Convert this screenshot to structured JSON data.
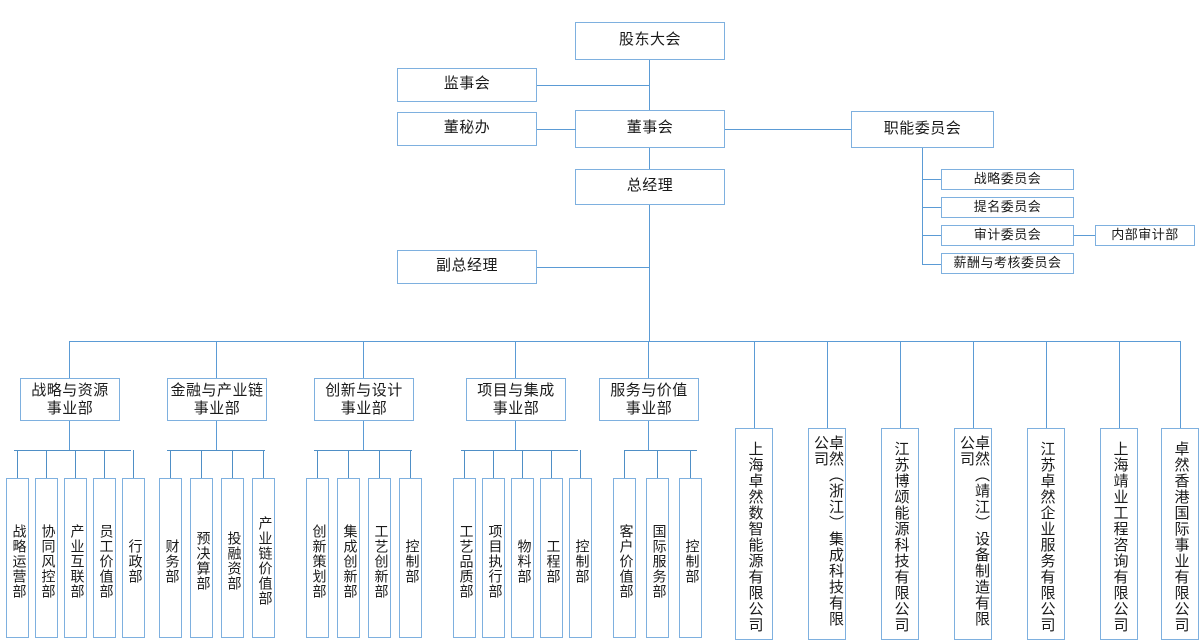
{
  "chart": {
    "title": "组织架构图",
    "colors": {
      "box_border": "#7EB0DF",
      "connector": "#5B9BD5",
      "box_fill": "#FFFFFF",
      "text": "#1A1A1A",
      "background": "#FFFFFF"
    }
  },
  "governance": {
    "shareholders_meeting": "股东大会",
    "supervisory_board": "监事会",
    "board_secretary_office": "董秘办",
    "board_of_directors": "董事会",
    "functional_committee": "职能委员会",
    "general_manager": "总经理",
    "deputy_general_manager": "副总经理"
  },
  "committees": [
    {
      "label": "战略委员会"
    },
    {
      "label": "提名委员会"
    },
    {
      "label": "审计委员会"
    },
    {
      "label": "薪酬与考核委员会"
    }
  ],
  "internal_audit": "内部审计部",
  "divisions": [
    {
      "label": "战略与资源\n事业部",
      "line1": "战略与资源",
      "line2": "事业部",
      "departments": [
        "战略运营部",
        "协同风控部",
        "产业互联部",
        "员工价值部",
        "行政部"
      ]
    },
    {
      "label": "金融与产业链\n事业部",
      "line1": "金融与产业链",
      "line2": "事业部",
      "departments": [
        "财务部",
        "预决算部",
        "投融资部",
        "产业链价值部"
      ]
    },
    {
      "label": "创新与设计\n事业部",
      "line1": "创新与设计",
      "line2": "事业部",
      "departments": [
        "创新策划部",
        "集成创新部",
        "工艺创新部",
        "控制部"
      ]
    },
    {
      "label": "项目与集成\n事业部",
      "line1": "项目与集成",
      "line2": "事业部",
      "departments": [
        "工艺品质部",
        "项目执行部",
        "物料部",
        "工程部",
        "控制部"
      ]
    },
    {
      "label": "服务与价值\n事业部",
      "line1": "服务与价值",
      "line2": "事业部",
      "departments": [
        "客户价值部",
        "国际服务部",
        "控制部"
      ]
    }
  ],
  "subsidiaries": [
    "上海卓然数智能源有限公司",
    "卓然（浙江）集成科技有限公司",
    "江苏博颂能源科技有限公司",
    "卓然（靖江）设备制造有限公司",
    "江苏卓然企业服务有限公司",
    "上海靖业工程咨询有限公司",
    "卓然香港国际事业有限公司"
  ]
}
